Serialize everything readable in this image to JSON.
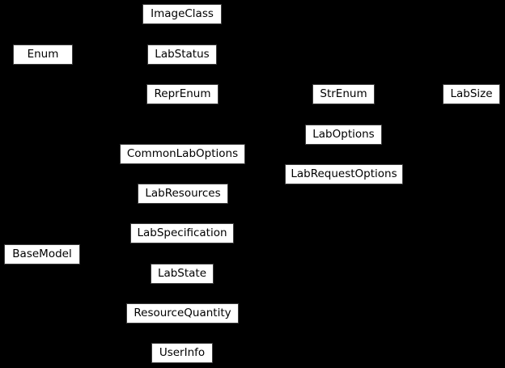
{
  "diagram": {
    "type": "inheritance-diagram",
    "background_color": "#000000",
    "node_fill_color": "#ffffff",
    "node_border_color": "#3c3c3c",
    "node_text_color": "#000000",
    "nodes": [
      {
        "label": "ImageClass"
      },
      {
        "label": "Enum"
      },
      {
        "label": "LabStatus"
      },
      {
        "label": "ReprEnum"
      },
      {
        "label": "StrEnum"
      },
      {
        "label": "LabSize"
      },
      {
        "label": "LabOptions"
      },
      {
        "label": "CommonLabOptions"
      },
      {
        "label": "LabRequestOptions"
      },
      {
        "label": "LabResources"
      },
      {
        "label": "LabSpecification"
      },
      {
        "label": "BaseModel"
      },
      {
        "label": "LabState"
      },
      {
        "label": "ResourceQuantity"
      },
      {
        "label": "UserInfo"
      }
    ]
  }
}
